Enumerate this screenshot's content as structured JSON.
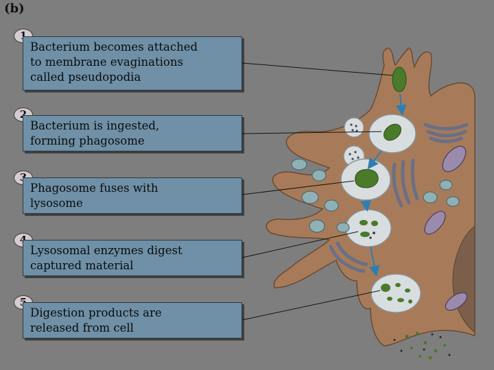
{
  "panel_label": "(b)",
  "steps": [
    {
      "num": "1",
      "lines": [
        "Bacterium becomes attached",
        "to membrane evaginations",
        "called pseudopodia"
      ]
    },
    {
      "num": "2",
      "lines": [
        "Bacterium is ingested,",
        "forming phagosome"
      ]
    },
    {
      "num": "3",
      "lines": [
        "Phagosome fuses with",
        "lysosome"
      ]
    },
    {
      "num": "4",
      "lines": [
        "Lysosomal enzymes digest",
        "captured material"
      ]
    },
    {
      "num": "5",
      "lines": [
        "Digestion products are",
        "released from cell"
      ]
    }
  ],
  "colors": {
    "background": "#7e7e7e",
    "cell": "#a77b59",
    "nucleus": "#7c5f4b",
    "vesicle": "#d8dde0",
    "bacterium": "#4a7a2a",
    "arrow": "#2f7db3",
    "label_box": "#6f90a6"
  }
}
